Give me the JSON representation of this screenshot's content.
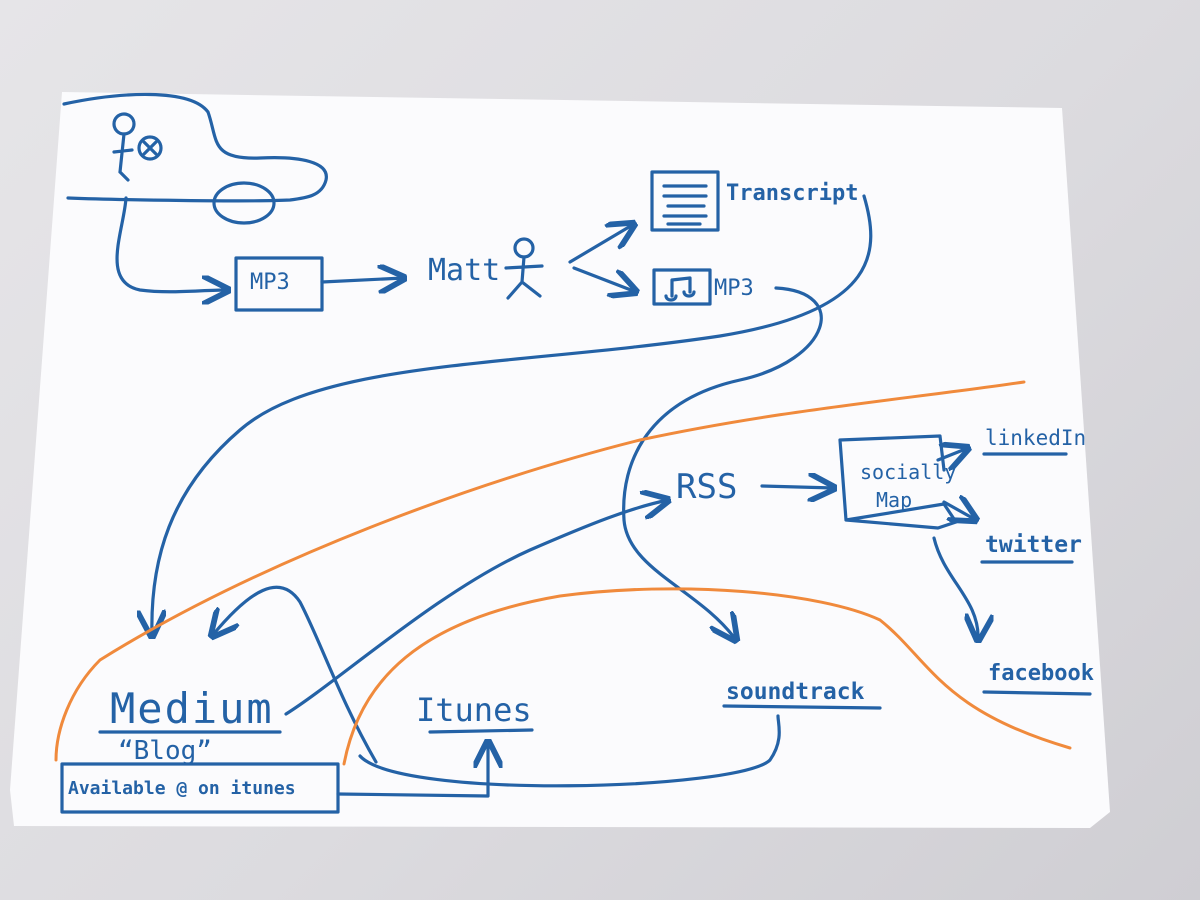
{
  "colors": {
    "ink_blue": "#2462a6",
    "ink_orange": "#f08a3c",
    "paper": "#fbfbfd",
    "background": "#dcdbdf"
  },
  "icons": [
    "person-icon",
    "microphone-icon",
    "car-icon",
    "transcript-document-icon",
    "music-note-icon"
  ],
  "nodes": {
    "mp3_box": "MP3",
    "matt": "Matt",
    "transcript": "Transcript",
    "mp3_audio": "MP3",
    "rss": "RSS",
    "social_line1": "socially",
    "social_line2": "Map",
    "linkedin": "linkedIn",
    "twitter": "twitter",
    "facebook": "facebook",
    "soundtrack": "soundtrack",
    "itunes": "Itunes",
    "medium": "Medium",
    "blog": "“Blog”",
    "available": "Available @ on itunes"
  }
}
